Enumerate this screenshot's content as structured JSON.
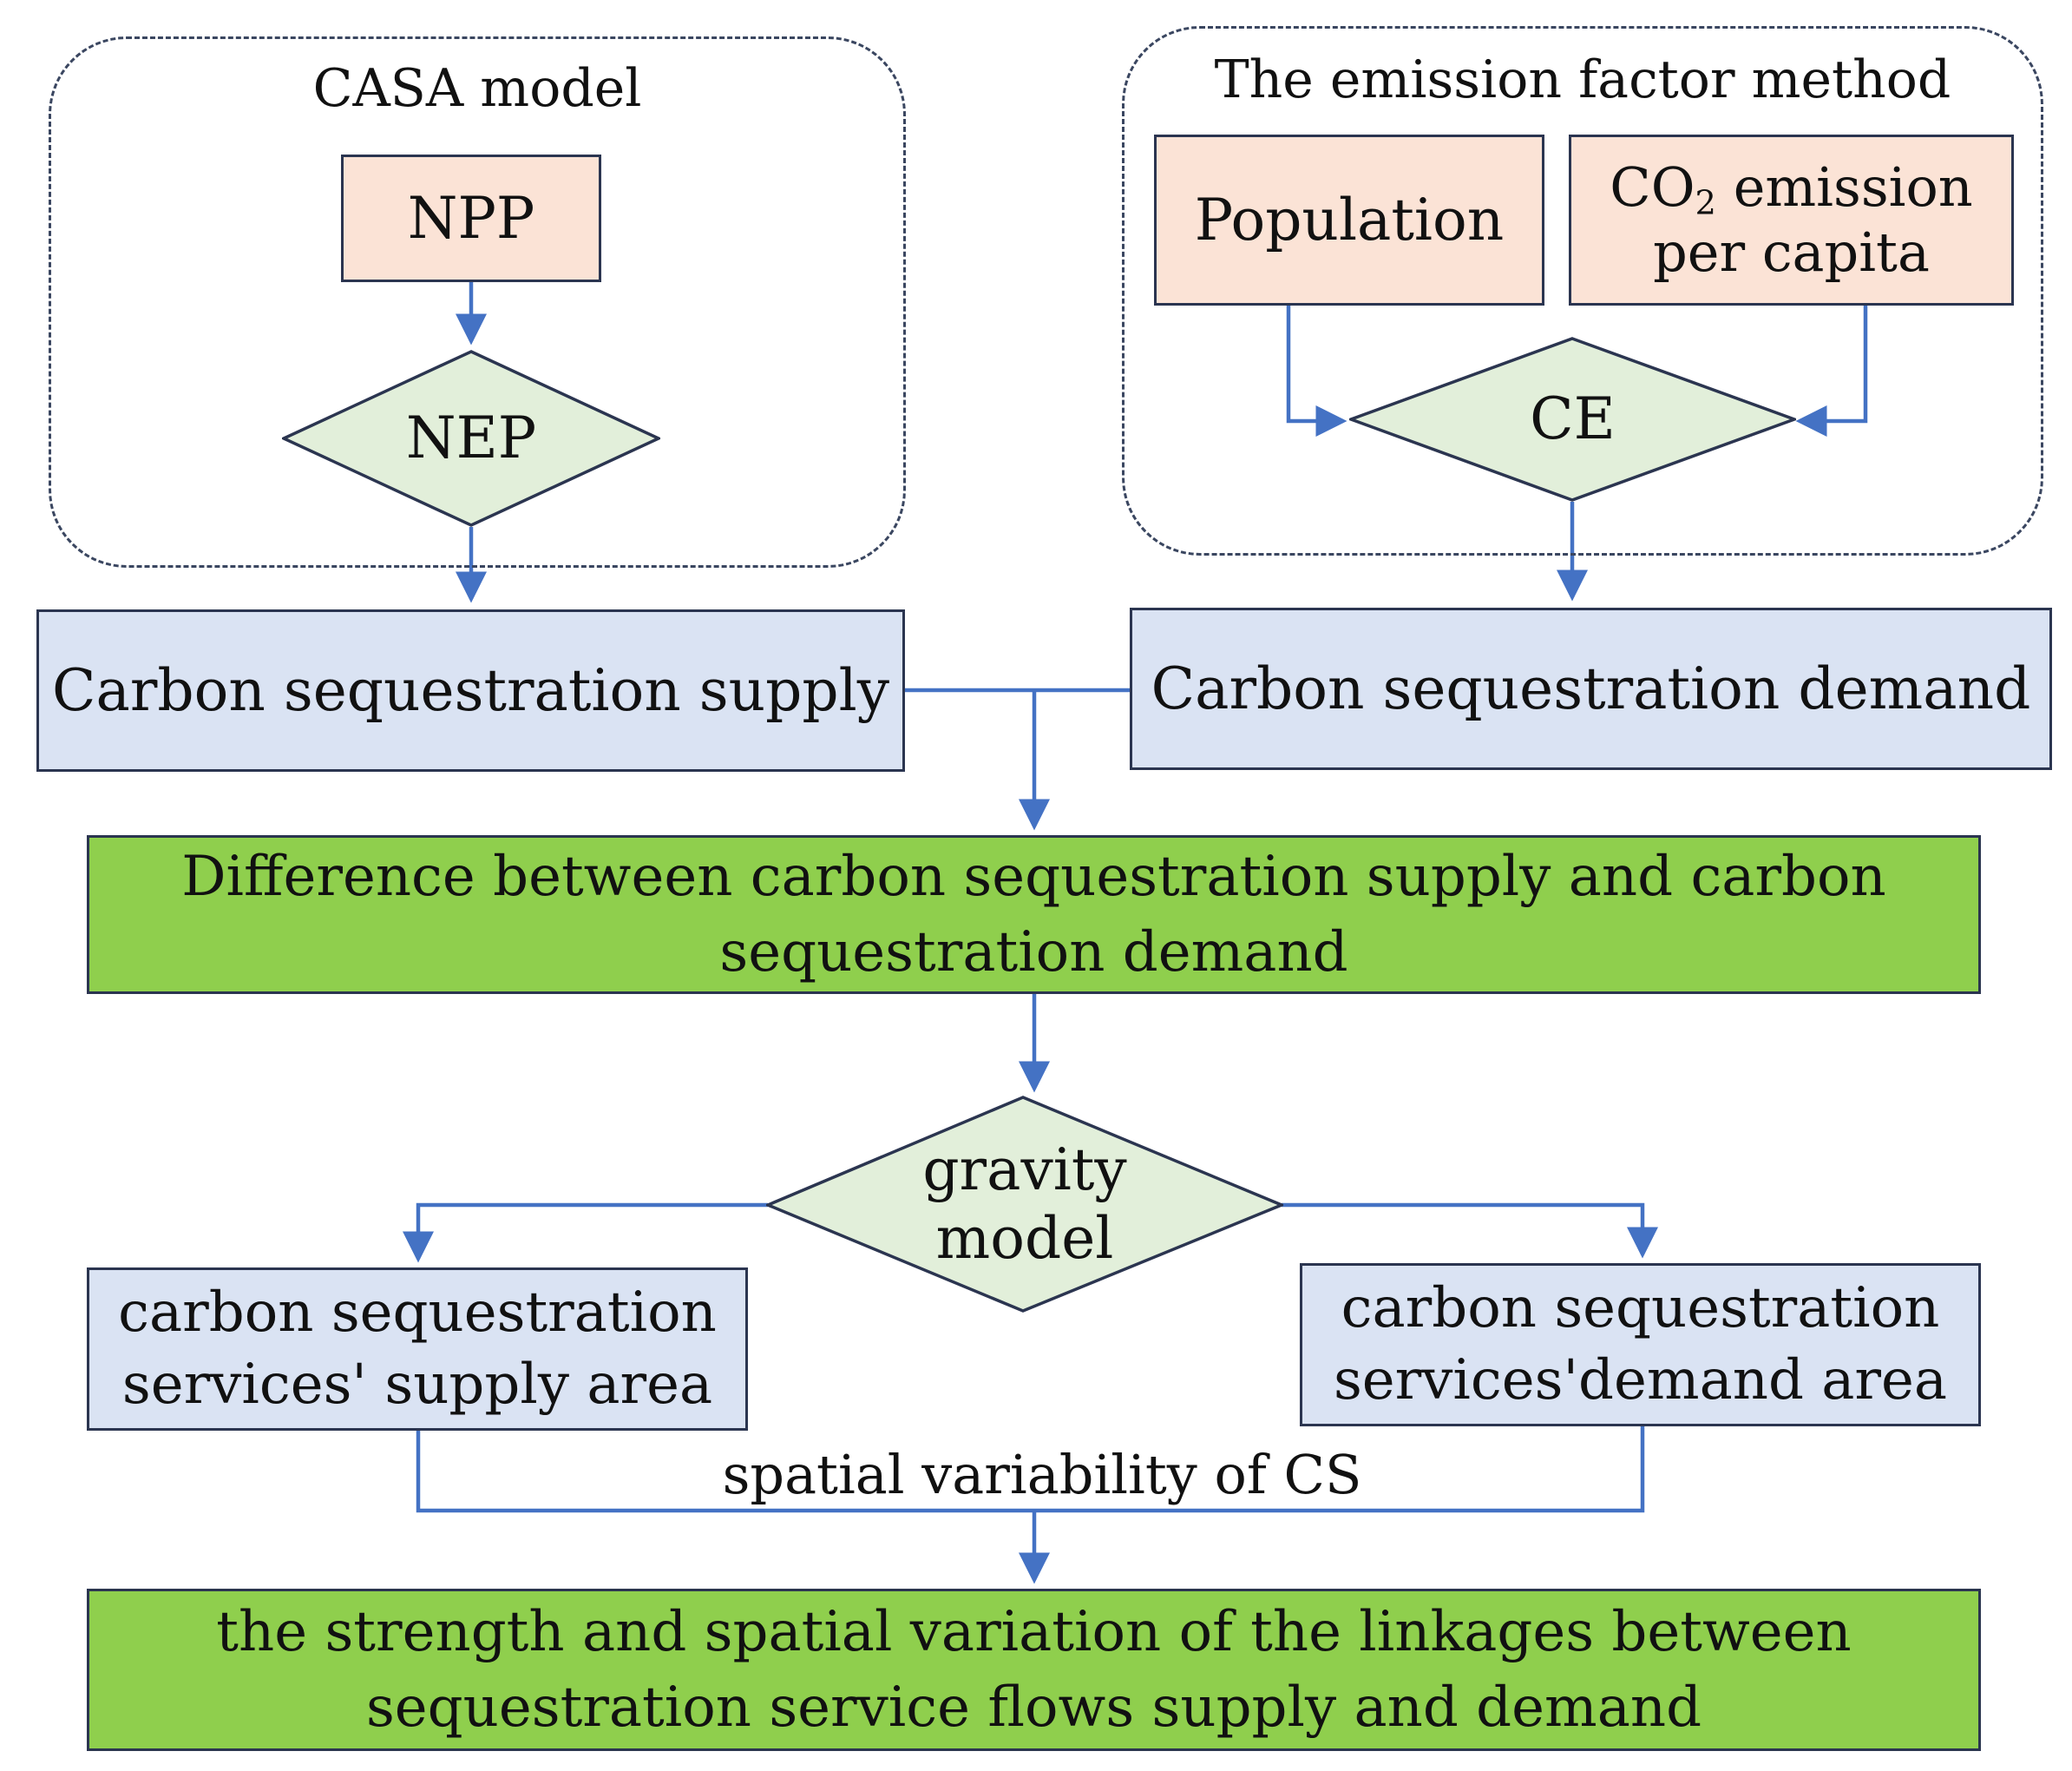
{
  "casa_group": {
    "title": "CASA model"
  },
  "emission_group": {
    "title": "The emission factor method"
  },
  "nodes": {
    "npp": "NPP",
    "nep": "NEP",
    "population": "Population",
    "co2_prefix": "CO",
    "co2_sub": "2",
    "co2_rest": "emission",
    "co2_line2": "per capita",
    "ce": "CE",
    "supply": "Carbon sequestration supply",
    "demand": "Carbon sequestration demand",
    "difference": "Difference between carbon sequestration supply and carbon sequestration demand",
    "gravity_line1": "gravity",
    "gravity_line2": "model",
    "supply_area_line1": "carbon sequestration",
    "supply_area_line2": "services' supply area",
    "demand_area_line1": "carbon sequestration",
    "demand_area_line2": "services'demand area",
    "spatial_variability": "spatial variability of CS",
    "linkages": "the strength and spatial variation of the linkages between sequestration service flows supply and demand"
  },
  "colors": {
    "peach": "#fbe3d6",
    "light_blue": "#dae3f3",
    "green": "#8fcf4d",
    "diamond_fill": "#e2efda",
    "arrow": "#4472c4",
    "border": "#2b3550"
  }
}
